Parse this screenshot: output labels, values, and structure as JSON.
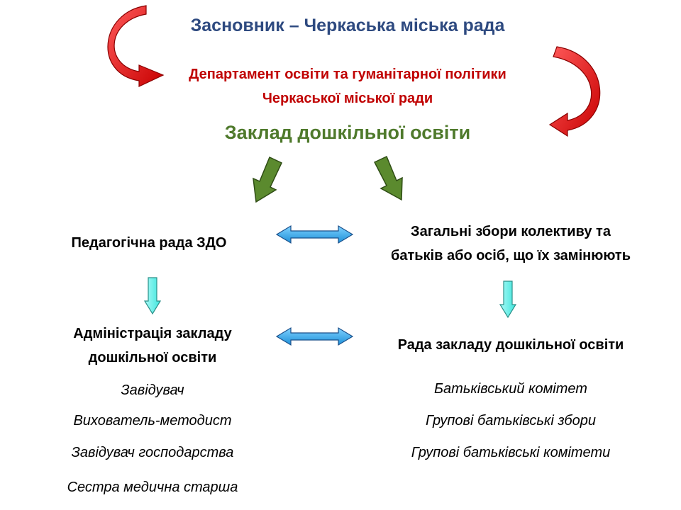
{
  "founder": "Засновник – Черкаська міська рада",
  "department": {
    "line1": "Департамент освіти та гуманітарної політики",
    "line2": "Черкаської міської ради"
  },
  "institution": "Заклад дошкільної освіти",
  "pedagogical_council": "Педагогічна рада ЗДО",
  "general_meeting": {
    "line1": "Загальні збори колективу та",
    "line2": "батьків або осіб, що їх замінюють"
  },
  "administration": {
    "line1": "Адміністрація закладу",
    "line2": "дошкільної освіти"
  },
  "institution_council": "Рада закладу дошкільної освіти",
  "administration_members": [
    "Завідувач",
    "Вихователь-методист",
    "Завідувач господарства",
    "Сестра медична старша"
  ],
  "council_members": [
    "Батьківський комітет",
    "Групові батьківські збори",
    "Групові батьківські комітети"
  ],
  "colors": {
    "founder_text": "#2e4a80",
    "department_text": "#c00000",
    "institution_text": "#4f7a2c",
    "red_arrows": "#e00000",
    "green_arrows": "#5b8a2e",
    "blue_arrows": "#35a8e6",
    "cyan_arrows": "#5ef0e8"
  }
}
